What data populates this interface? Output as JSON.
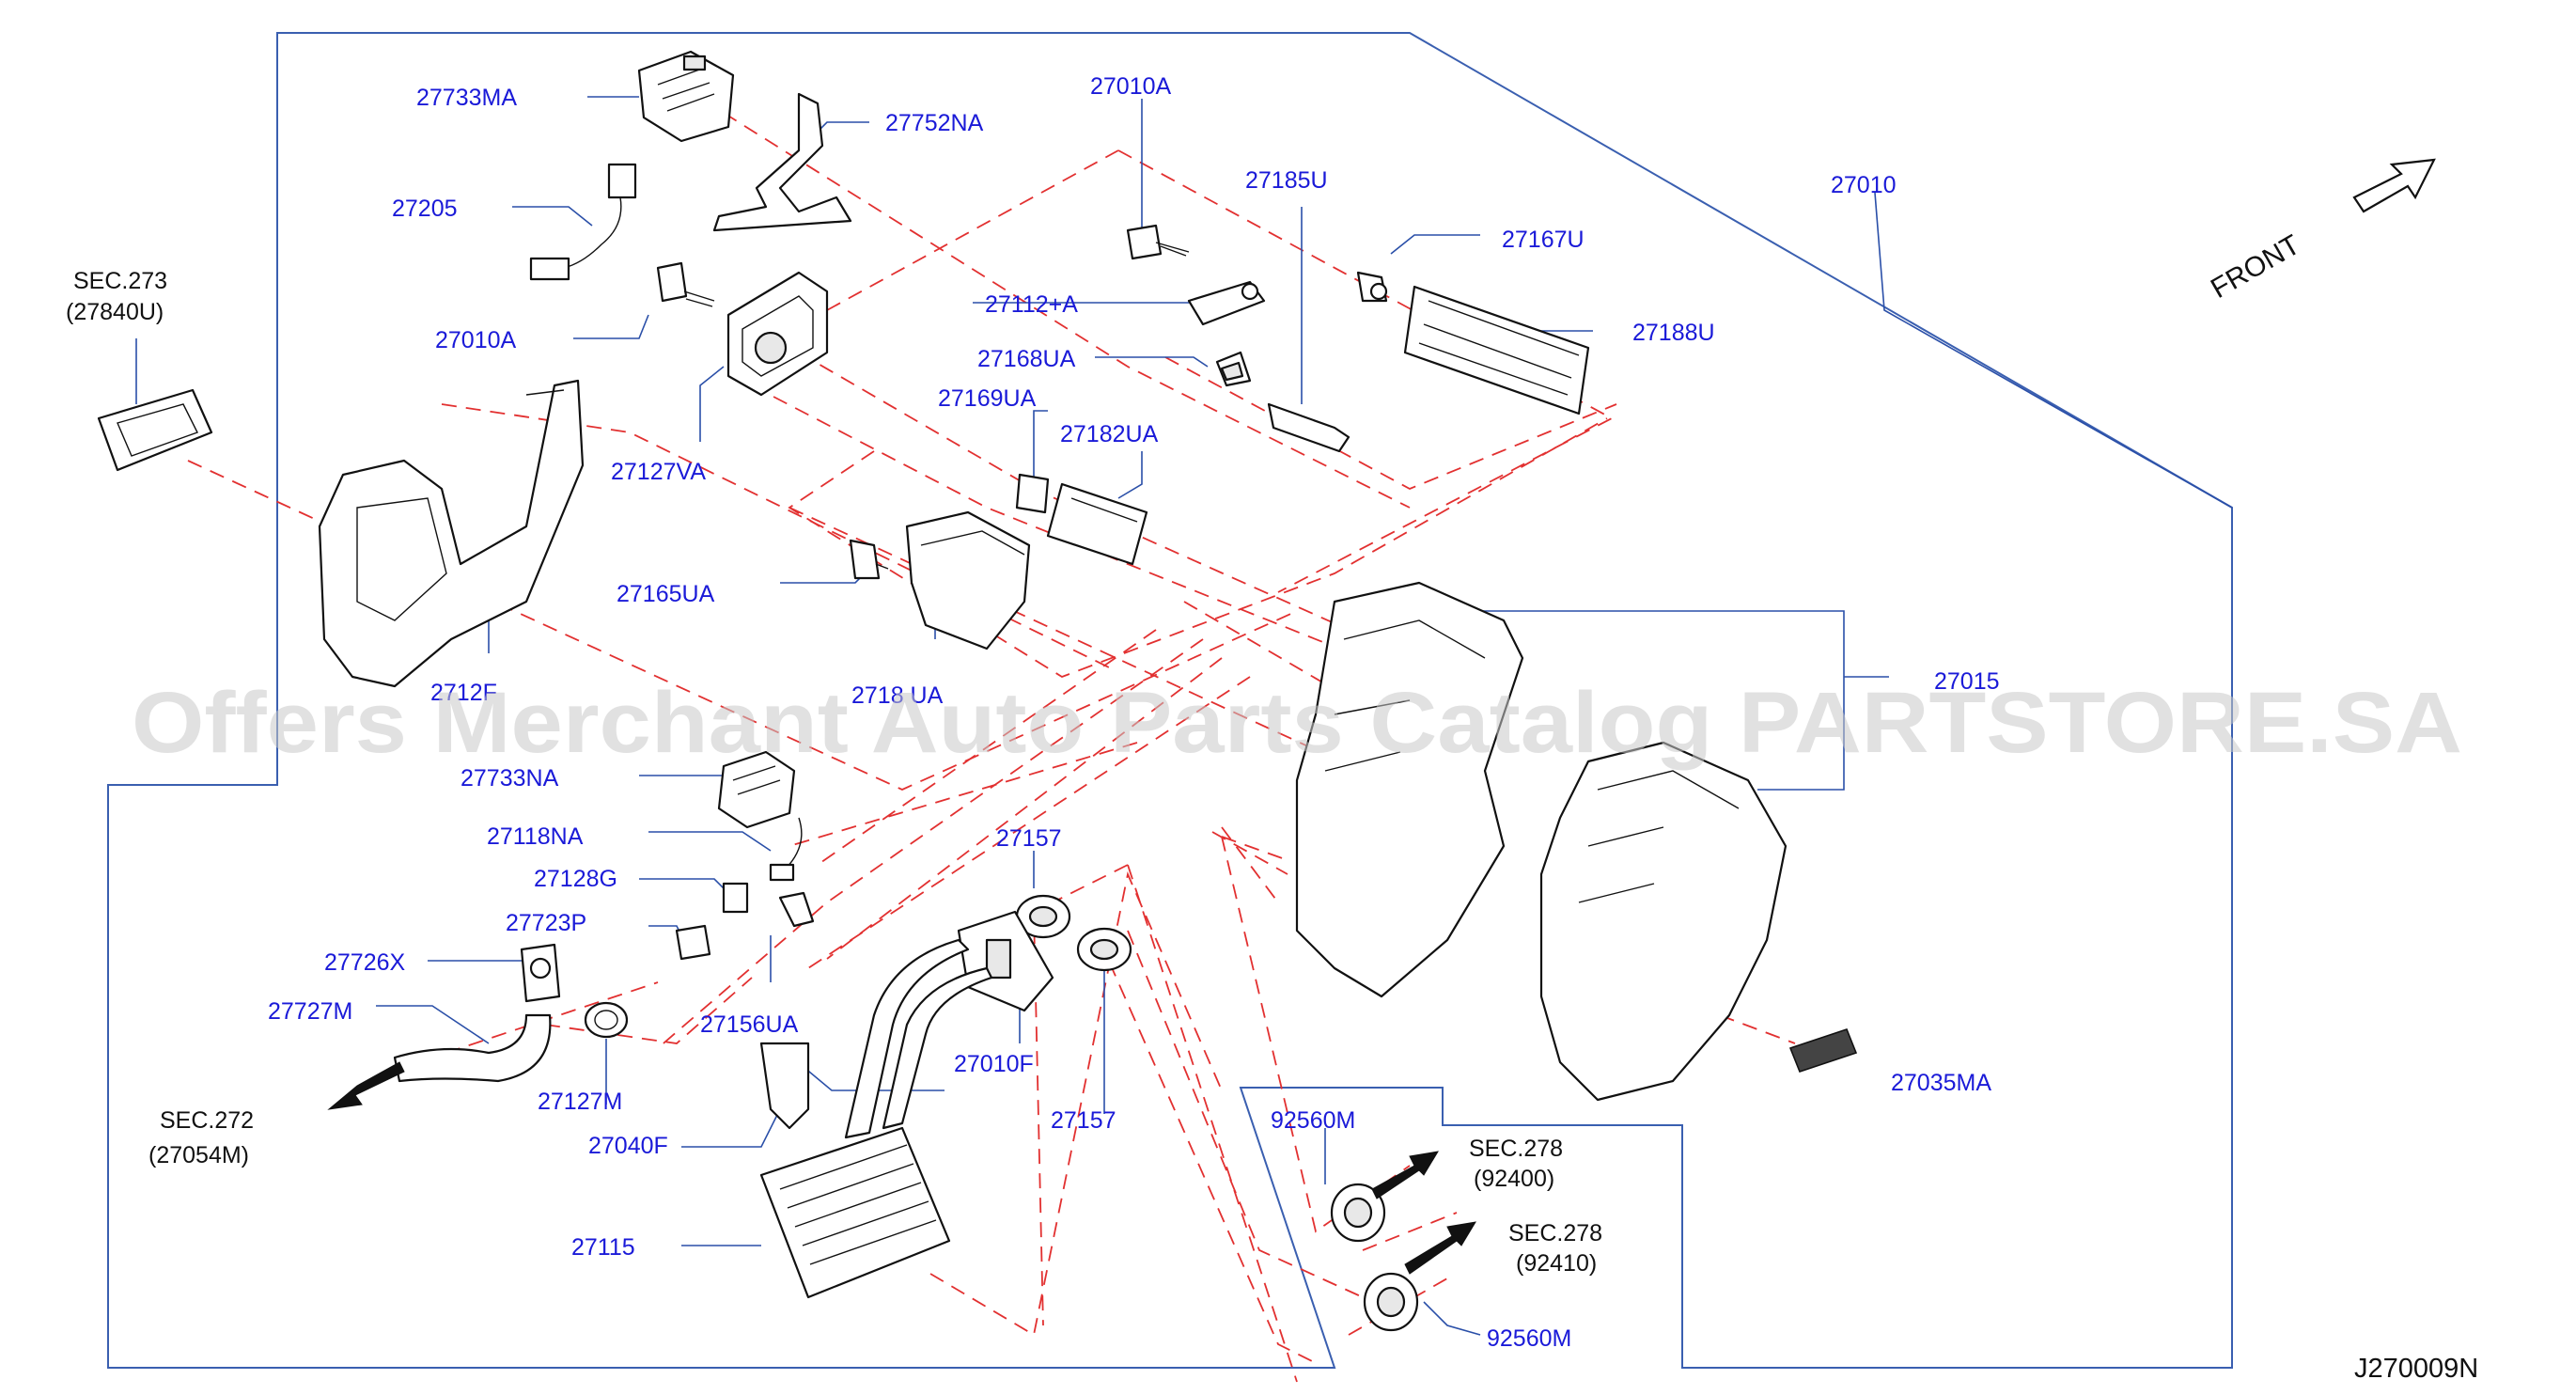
{
  "diagram_id": "J270009N",
  "direction_label": "FRONT",
  "watermark": "Offers Merchant Auto Parts Catalog PARTSTORE.SA",
  "colors": {
    "label": "#1a1ad8",
    "leader": "#2a4fa8",
    "dashed": "#e23030",
    "lineart": "#111111"
  },
  "labels": {
    "p27733MA": "27733MA",
    "p27752NA": "27752NA",
    "p27010A_top": "27010A",
    "p27185U": "27185U",
    "p27010": "27010",
    "p27205": "27205",
    "p27167U": "27167U",
    "p27112A": "27112+A",
    "p27188U": "27188U",
    "p27010A_left": "27010A",
    "p27168UA": "27168UA",
    "p27169UA": "27169UA",
    "p27182UA": "27182UA",
    "p27127VA": "27127VA",
    "p27165UA": "27165UA",
    "p2712F": "2712F",
    "p2718UA": "2718 UA",
    "p27015": "27015",
    "p27733NA": "27733NA",
    "p27118NA": "27118NA",
    "p27157_top": "27157",
    "p27128G": "27128G",
    "p27723P": "27723P",
    "p27726X": "27726X",
    "p27727M": "27727M",
    "p27156UA": "27156UA",
    "p27010F": "27010F",
    "p27035MA": "27035MA",
    "p27127M": "27127M",
    "p27157_bot": "27157",
    "p92560M_top": "92560M",
    "p27040F": "27040F",
    "p27115": "27115",
    "p92560M_bot": "92560M"
  },
  "sections": {
    "s273_a": "SEC.273",
    "s273_b": "(27840U)",
    "s272_a": "SEC.272",
    "s272_b": "(27054M)",
    "s278a_a": "SEC.278",
    "s278a_b": "(92400)",
    "s278b_a": "SEC.278",
    "s278b_b": "(92410)"
  }
}
